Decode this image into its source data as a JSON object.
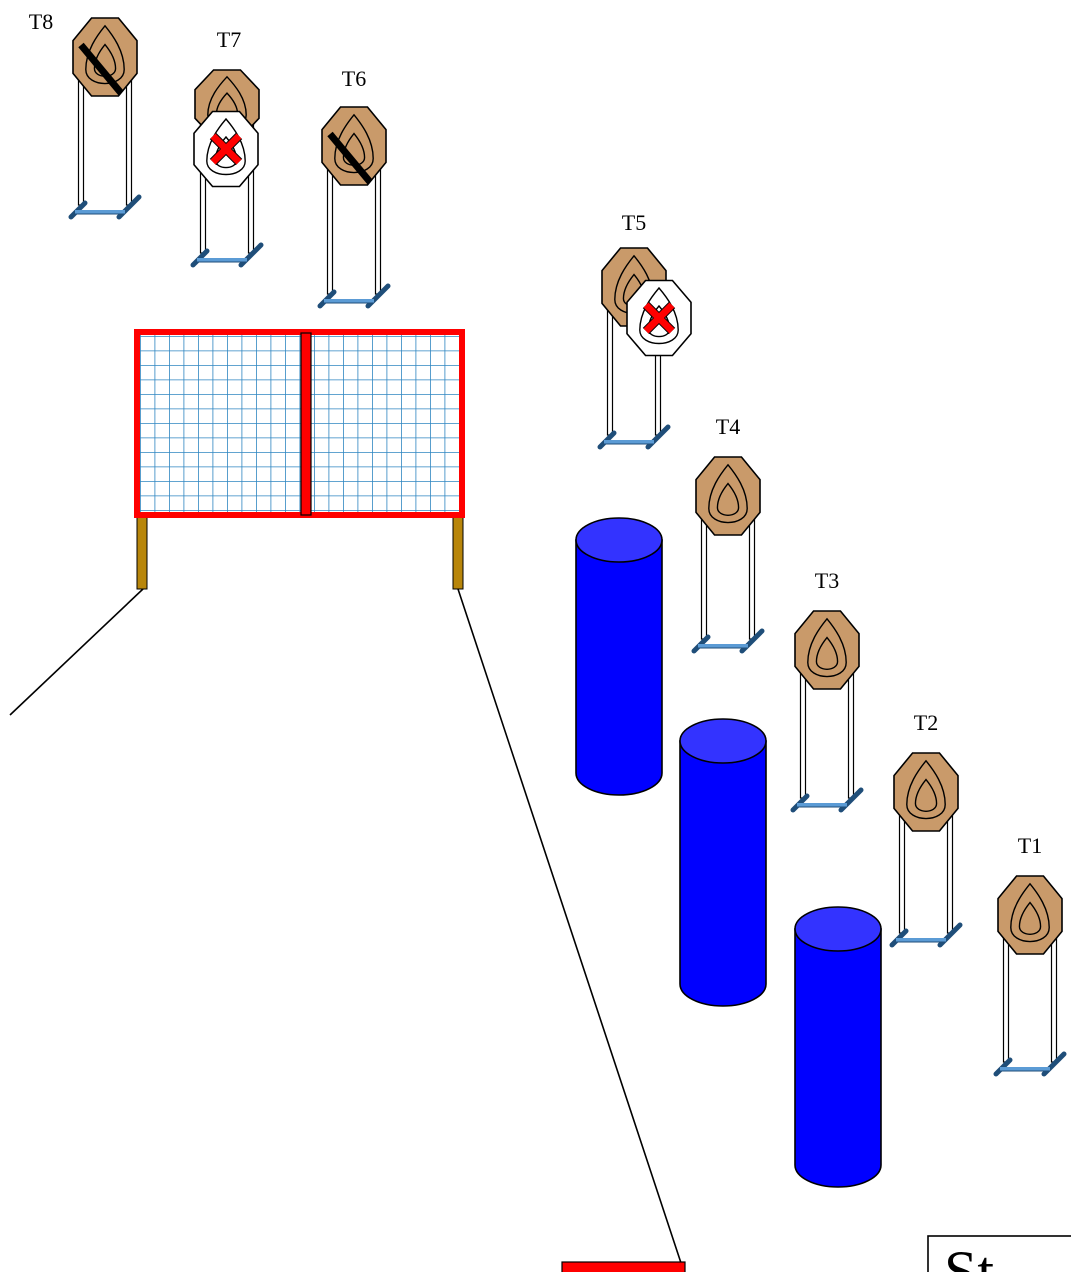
{
  "targets": [
    {
      "id": "t1",
      "label": "T1",
      "no_shoot": false,
      "black_bar": false
    },
    {
      "id": "t2",
      "label": "T2",
      "no_shoot": false,
      "black_bar": false
    },
    {
      "id": "t3",
      "label": "T3",
      "no_shoot": false,
      "black_bar": false
    },
    {
      "id": "t4",
      "label": "T4",
      "no_shoot": false,
      "black_bar": false
    },
    {
      "id": "t5",
      "label": "T5",
      "no_shoot": true,
      "black_bar": false
    },
    {
      "id": "t6",
      "label": "T6",
      "no_shoot": false,
      "black_bar": true
    },
    {
      "id": "t7",
      "label": "T7",
      "no_shoot": true,
      "black_bar": false
    },
    {
      "id": "t8",
      "label": "T8",
      "no_shoot": false,
      "black_bar": true
    }
  ],
  "start_box_text": "St",
  "colors": {
    "target_fill": "#C99A6A",
    "target_stroke": "#000000",
    "stand_blue": "#5B9BD5",
    "barrel_blue": "#0000FF",
    "barrel_top": "#3333FF",
    "wall_frame": "#FF0000",
    "wall_mesh": "#2E86C1",
    "wall_post": "#B8860B",
    "no_shoot_x": "#FF0000",
    "fault_line": "#000000",
    "start_marker": "#FF0000"
  },
  "icons": [
    "steel-target-icon",
    "no-shoot-target-icon",
    "barrel-icon",
    "mesh-wall-icon"
  ]
}
